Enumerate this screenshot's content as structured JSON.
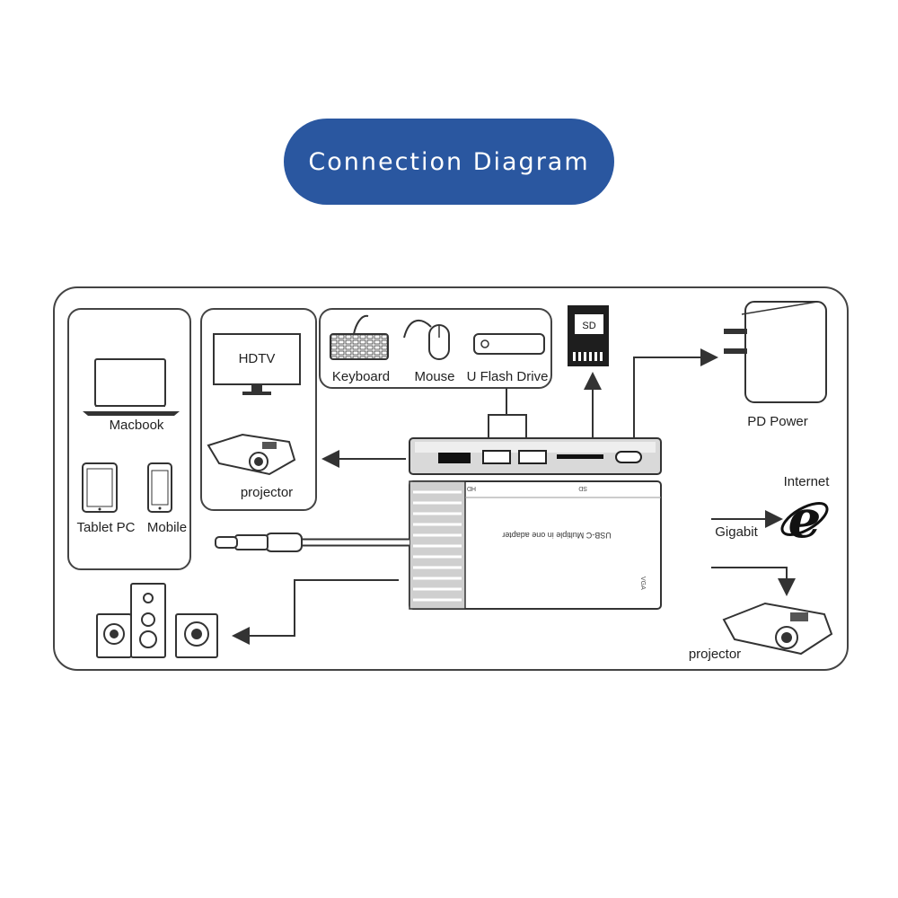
{
  "title": "Connection Diagram",
  "labels": {
    "macbook": "Macbook",
    "tablet": "Tablet PC",
    "mobile": "Mobile",
    "hdtv": "HDTV",
    "projector_left": "projector",
    "keyboard": "Keyboard",
    "mouse": "Mouse",
    "flash": "U Flash Drive",
    "sd": "SD",
    "pd_power": "PD  Power",
    "internet": "Internet",
    "gigabit": "Gigabit",
    "projector_right": "projector",
    "hub_text": "USB-C Multiple in one adapter",
    "port_hdmi": "HD",
    "port_sd": "SD",
    "port_vga": "VGA"
  },
  "colors": {
    "pill": "#2a57a0",
    "line": "#333333",
    "frame": "#444444"
  },
  "icons": [
    "laptop-icon",
    "tablet-icon",
    "mobile-icon",
    "tv-icon",
    "projector-icon",
    "keyboard-icon",
    "mouse-icon",
    "flash-drive-icon",
    "sd-card-icon",
    "power-adapter-icon",
    "internet-explorer-icon",
    "speakers-icon",
    "usb-c-hub-icon"
  ]
}
